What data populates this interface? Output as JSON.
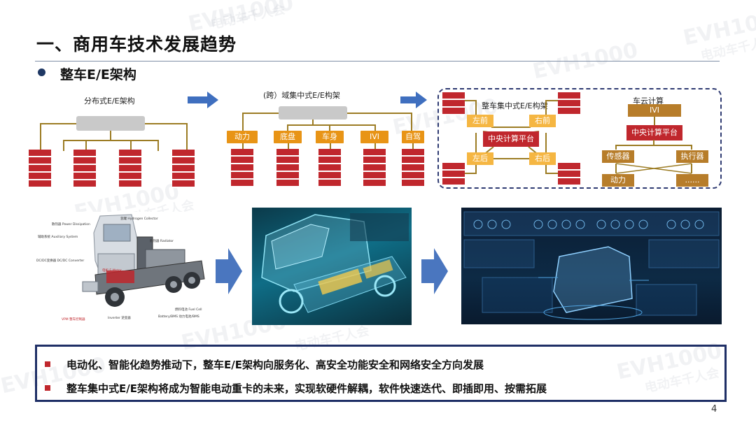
{
  "header": {
    "title": "一、商用车技术发展趋势",
    "subtitle": "整车E/E架构"
  },
  "diagrams": {
    "distributed": {
      "label": "分布式E/E架构"
    },
    "domain": {
      "label": "(跨）域集中式E/E构架",
      "domains": [
        "动力",
        "底盘",
        "车身",
        "IVI",
        "自驾"
      ]
    },
    "central": {
      "label": "整车集中式E/E构架",
      "corners": [
        "左前",
        "右前",
        "左后",
        "右后"
      ],
      "core": "中央计算平台"
    },
    "cloud": {
      "label": "车云计算",
      "ivi": "IVI",
      "core": "中央计算平台",
      "sensor": "传感器",
      "actuator": "执行器",
      "power": "动力",
      "more": "......"
    }
  },
  "truck_diagram_labels": {
    "hydrogen_collector": "氢罐 Hydrogen Collector",
    "power_dissipation": "散热器 Power Dissipation",
    "auxiliary_system": "辅助系统 Auxiliary System",
    "dcdc": "DC/DC变换器 DC/DC Converter",
    "radiator": "散热器 Radiator",
    "emotor": "电机 E-Motor",
    "fuel_cell": "燃料电池 Fuel Cell",
    "battery": "Battery/BMS 动力电池/BMS",
    "inverter": "Inverter 逆变器",
    "vpm": "VPM 整车控制器"
  },
  "summary": {
    "points": [
      "电动化、智能化趋势推动下，整车E/E架构向服务化、高安全功能安全和网络安全方向发展",
      "整车集中式E/E架构将成为智能电动重卡的未来，实现软硬件解耦，软件快速迭代、即插即用、按需拓展"
    ]
  },
  "page_number": "4",
  "watermark": {
    "brand": "EVH1000",
    "sub": "电动车千人会"
  },
  "colors": {
    "navy": "#1f2f66",
    "ecu_red": "#c0272d",
    "domain_orange": "#e89416",
    "corner_yellow": "#f5b642",
    "bus_gold": "#9c7c24"
  }
}
